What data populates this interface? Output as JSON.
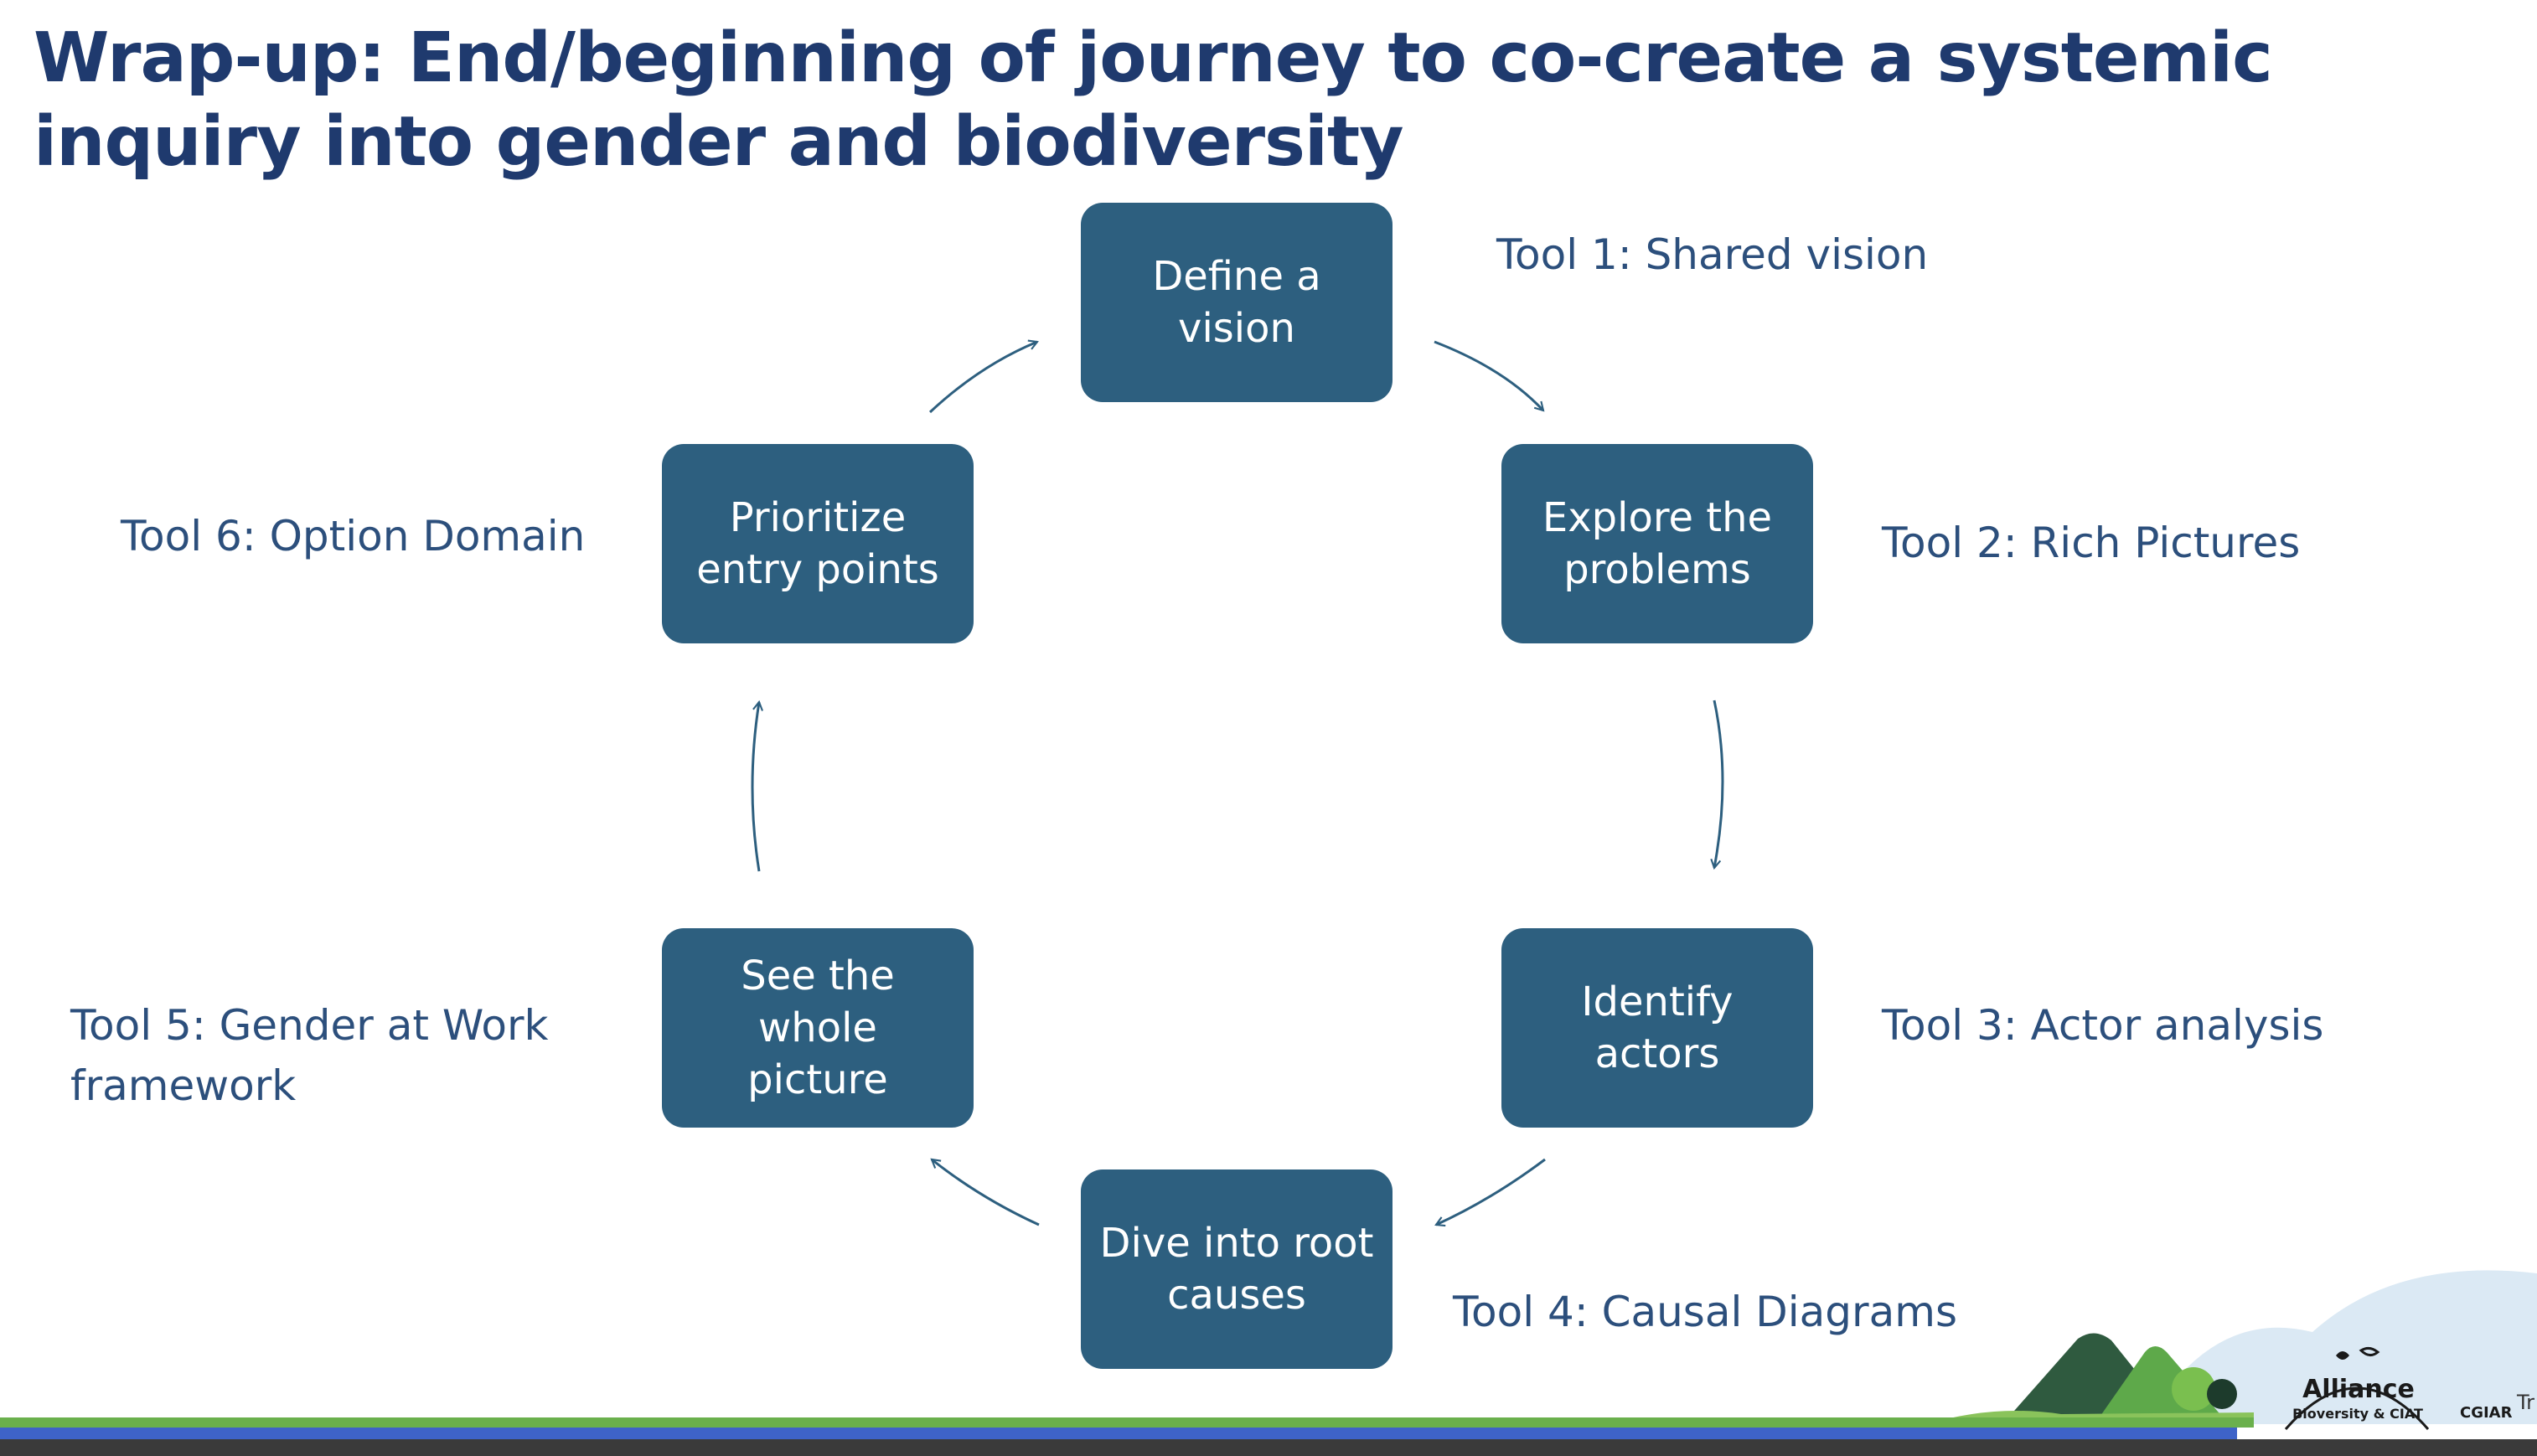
{
  "slide": {
    "title": "Wrap-up: End/beginning of journey to co-create a systemic inquiry into gender and biodiversity"
  },
  "steps": [
    {
      "id": "vision",
      "lines": [
        "Define a",
        "vision"
      ]
    },
    {
      "id": "problems",
      "lines": [
        "Explore the",
        "problems"
      ]
    },
    {
      "id": "actors",
      "lines": [
        "Identify",
        "actors"
      ]
    },
    {
      "id": "root-causes",
      "lines": [
        "Dive into root",
        "causes"
      ]
    },
    {
      "id": "whole-picture",
      "lines": [
        "See the",
        "whole",
        "picture"
      ]
    },
    {
      "id": "entry-points",
      "lines": [
        "Prioritize",
        "entry points"
      ]
    }
  ],
  "tools": {
    "tool1": [
      "Tool 1: Shared vision"
    ],
    "tool2": [
      "Tool 2: Rich Pictures"
    ],
    "tool3": [
      "Tool 3: Actor analysis"
    ],
    "tool4": [
      "Tool 4: Causal Diagrams"
    ],
    "tool5": [
      "Tool 5: Gender at Work",
      "framework"
    ],
    "tool6": [
      "Tool 6: Option Domain"
    ]
  },
  "footer": {
    "logo_name": "Alliance",
    "logo_sub": "Bioversity & CIAT",
    "partner": "CGIAR",
    "edge_text": "Tr"
  },
  "colors": {
    "title": "#1f3a6e",
    "step_fill": "#2d5f7f",
    "tool_text": "#2c4f7c",
    "arrow": "#2d5f7f"
  }
}
